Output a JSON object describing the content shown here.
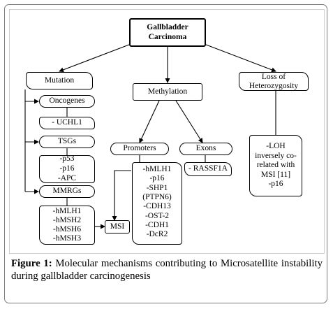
{
  "diagram": {
    "root": "Gallbladder Carcinoma",
    "mutation": "Mutation",
    "methylation": "Methylation",
    "loh": "Loss of Heterozygosity",
    "oncogenes": "Oncogenes",
    "oncogenes_items": [
      "- UCHL1"
    ],
    "tsgs": "TSGs",
    "tsgs_items": [
      "-p53",
      "-p16",
      "-APC"
    ],
    "mmrgs": "MMRGs",
    "mmrgs_items": [
      "-hMLH1",
      "-hMSH2",
      "-hMSH6",
      "-hMSH3"
    ],
    "msi": "MSI",
    "promoters": "Promoters",
    "promoters_items": [
      "-hMLH1",
      "-p16",
      "-SHP1",
      "(PTPN6)",
      "-CDH13",
      "-OST-2",
      "-CDH1",
      "-DcR2"
    ],
    "exons": "Exons",
    "exons_items": [
      "- RASSF1A"
    ],
    "loh_items": [
      "-LOH",
      "inversely co-",
      "related with",
      "MSI [11]",
      "-p16"
    ]
  },
  "caption": {
    "label": "Figure 1:",
    "text": "Molecular mechanisms contributing to Microsatellite instability during gallbladder carcinogenesis"
  }
}
